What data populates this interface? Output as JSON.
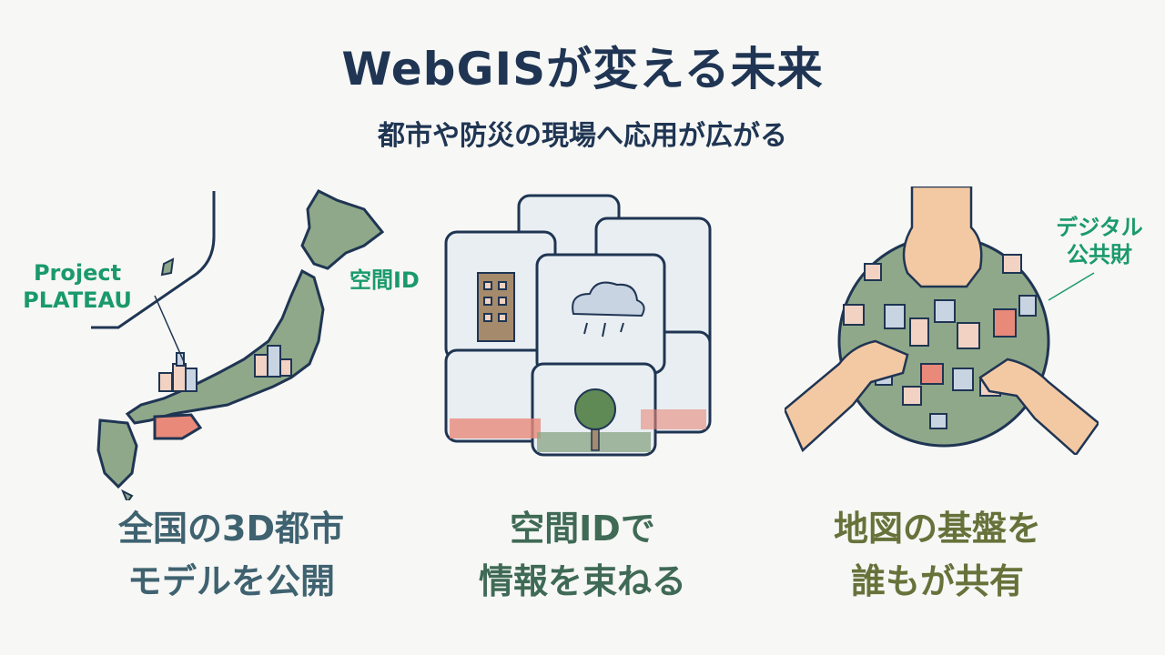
{
  "header": {
    "title": "WebGISが変える未来",
    "subtitle": "都市や防災の現場へ応用が広がる"
  },
  "panels": [
    {
      "tag_lines": [
        "Project",
        "PLATEAU"
      ],
      "caption_lines": [
        "全国の3D都市",
        "モデルを公開"
      ]
    },
    {
      "tag_lines": [
        "空間ID"
      ],
      "caption_lines": [
        "空間IDで",
        "情報を束ねる"
      ]
    },
    {
      "tag_lines": [
        "デジタル",
        "公共財"
      ],
      "caption_lines": [
        "地図の基盤を",
        "誰もが共有"
      ]
    }
  ],
  "colors": {
    "navy": "#1f3553",
    "green_label": "#1a9a6a",
    "map_green": "#8fa88a",
    "highlight_red": "#e8897a",
    "caption1": "#3f6270",
    "caption2": "#3f6a55",
    "caption3": "#66723a"
  }
}
